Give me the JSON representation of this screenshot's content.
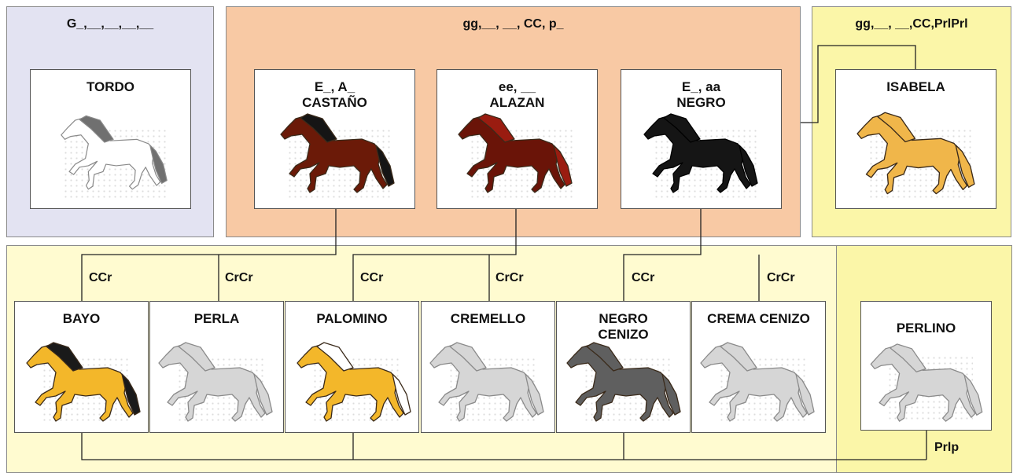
{
  "regions": {
    "tordo": {
      "genotype": "G_,__,__,__,__"
    },
    "base": {
      "genotype": "gg,__, __, CC, p_"
    },
    "isabela": {
      "genotype": "gg,__, __,CC,PrlPrl"
    }
  },
  "horses": {
    "tordo": {
      "line1": "TORDO",
      "line2": "",
      "body": "#ffffff",
      "mane": "#707070"
    },
    "castano": {
      "line1": "E_, A_",
      "line2": "CASTAÑO",
      "body": "#6b1a08",
      "mane": "#151515"
    },
    "alazan": {
      "line1": "ee, __",
      "line2": "ALAZAN",
      "body": "#6a1408",
      "mane": "#9a1c10"
    },
    "negro": {
      "line1": "E_, aa",
      "line2": "NEGRO",
      "body": "#151515",
      "mane": "#151515"
    },
    "isabela": {
      "line1": "ISABELA",
      "line2": "",
      "body": "#f0b64a",
      "mane": "#f0b64a"
    },
    "bayo": {
      "line1": "BAYO",
      "line2": "",
      "body": "#f3b72a",
      "mane": "#1a1a1a"
    },
    "perla": {
      "line1": "PERLA",
      "line2": "",
      "body": "#d6d6d6",
      "mane": "#d6d6d6"
    },
    "palomino": {
      "line1": "PALOMINO",
      "line2": "",
      "body": "#f3b72a",
      "mane": "#ffffff"
    },
    "cremello": {
      "line1": "CREMELLO",
      "line2": "",
      "body": "#d6d6d6",
      "mane": "#d6d6d6"
    },
    "negro_cenizo": {
      "line1": "NEGRO",
      "line2": "CENIZO",
      "body": "#5f5f5f",
      "mane": "#5f5f5f"
    },
    "crema_cenizo": {
      "line1": "CREMA CENIZO",
      "line2": "",
      "body": "#d6d6d6",
      "mane": "#d6d6d6"
    },
    "perlino": {
      "line1": "PERLINO",
      "line2": "",
      "body": "#d6d6d6",
      "mane": "#d6d6d6"
    }
  },
  "labels": {
    "ccr_1": "CCr",
    "crcr_1": "CrCr",
    "ccr_2": "CCr",
    "crcr_2": "CrCr",
    "ccr_3": "CCr",
    "crcr_3": "CrCr",
    "prlp": "Prlp"
  }
}
